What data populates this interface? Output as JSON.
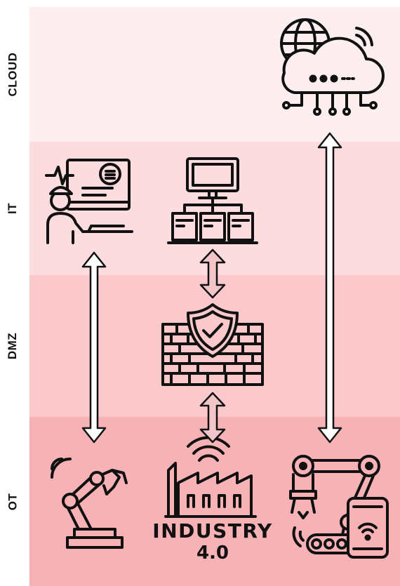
{
  "layers": [
    {
      "id": "cloud",
      "label": "CLOUD"
    },
    {
      "id": "it",
      "label": "IT"
    },
    {
      "id": "dmz",
      "label": "DMZ"
    },
    {
      "id": "ot",
      "label": "OT"
    }
  ],
  "badge": {
    "line1": "INDUSTRY",
    "line2": "4.0"
  },
  "icons": {
    "cloud": "cloud-globe-network-icon",
    "it_operator": "operator-at-workstation-icon",
    "it_network": "computer-network-servers-icon",
    "dmz": "firewall-shield-icon",
    "ot_robot": "robotic-arm-icon",
    "ot_factory": "factory-industry-icon",
    "ot_automation": "automation-arm-conveyor-phone-icon"
  },
  "colors": {
    "cloud_band": "#fdeff0",
    "it_band": "#fcdcde",
    "dmz_band": "#fbc8cb",
    "ot_band": "#f7b2b6",
    "stroke": "#111111"
  }
}
